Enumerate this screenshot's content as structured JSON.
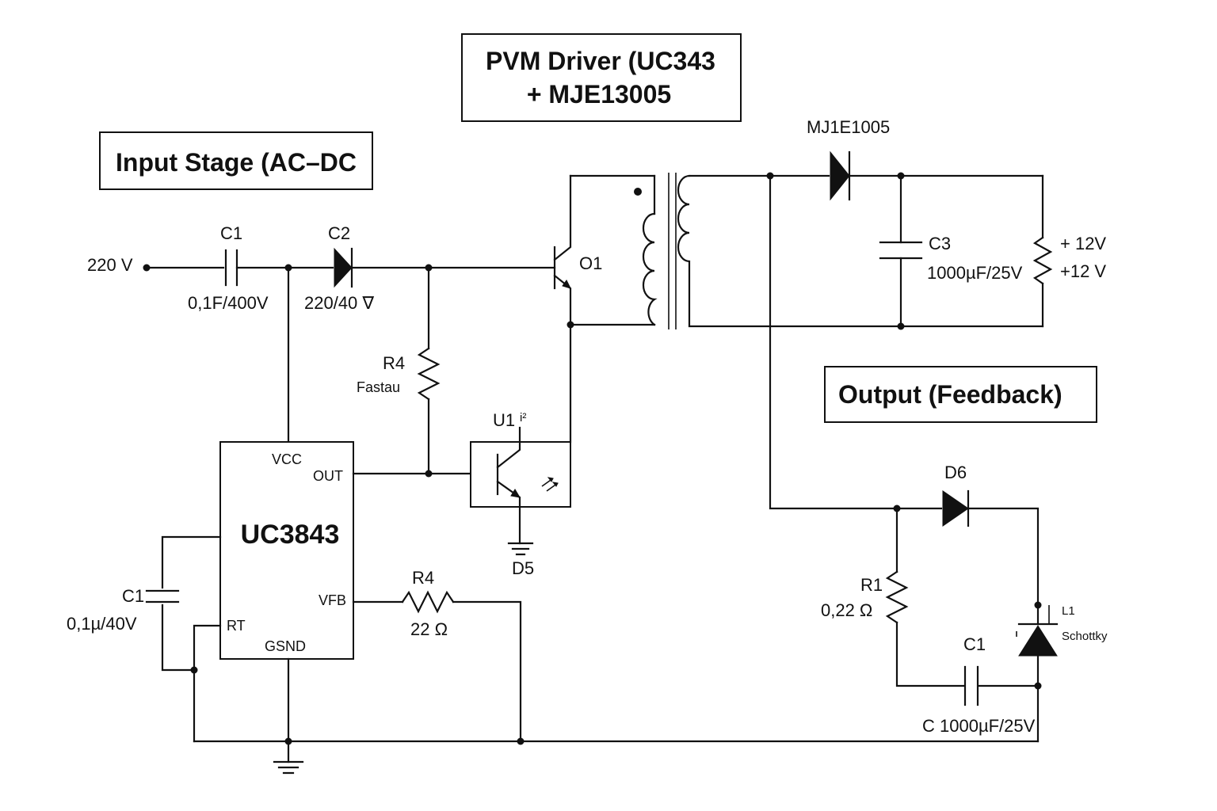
{
  "sections": {
    "input_stage": "Input Stage (AC–DC",
    "driver_line1": "PVM Driver (UC343",
    "driver_line2": "+ MJE13005",
    "output": "Output (Feedback)"
  },
  "components": {
    "input_voltage": "220 V",
    "c1_name": "C1",
    "c1_value": "0,1F/400V",
    "c2_name": "C2",
    "c2_value": "220/40 ∇",
    "r4_top_name": "R4",
    "r4_top_value": "Fastau",
    "transistor_name": "O1",
    "optocoupler_name": "U1",
    "ground_diode_name": "D5",
    "ic_name": "UC3843",
    "pin_vcc": "VCC",
    "pin_out": "OUT",
    "pin_vfb": "VFB",
    "pin_rt": "RT",
    "pin_gsnd": "GSND",
    "c1_left_name": "C1",
    "c1_left_value": "0,1µ/40V",
    "r4_bottom_name": "R4",
    "r4_bottom_value": "22 Ω",
    "rectifier_name": "MJ1E1005",
    "c3_name": "C3",
    "c3_value": "1000µF/25V",
    "output_voltage_1": "+ 12V",
    "output_voltage_2": "+12 V",
    "d6_name": "D6",
    "r1_name": "R1",
    "r1_value": "0,22 Ω",
    "c1_fb_name": "C1",
    "c1_fb_value": "C 1000µF/25V",
    "l1_name": "L1",
    "schottky_label": "Schottky"
  }
}
